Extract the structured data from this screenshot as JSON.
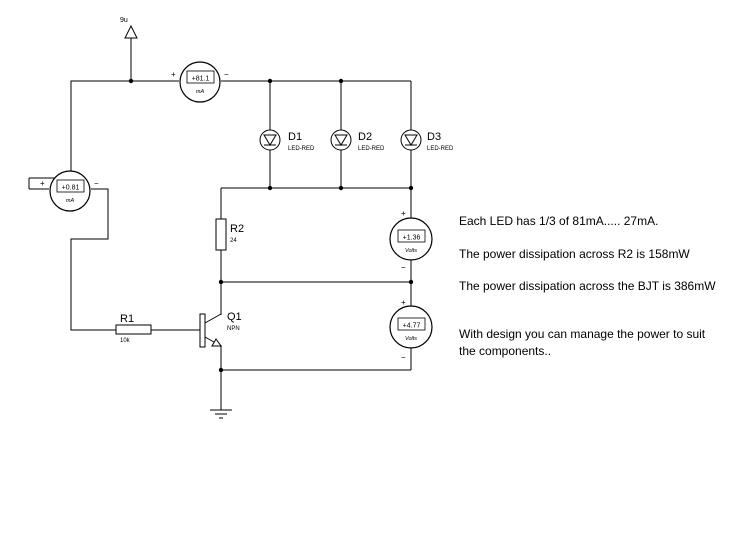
{
  "supply": {
    "label": "9u"
  },
  "meters": {
    "top_ammeter": {
      "reading": "+81.1",
      "unit": "mA",
      "plus": "+",
      "minus": "−"
    },
    "left_ammeter": {
      "reading": "+0.81",
      "unit": "mA",
      "plus": "+",
      "minus": "−"
    },
    "r2_voltmeter": {
      "reading": "+1.36",
      "unit": "Volts",
      "plus": "+",
      "minus": "−"
    },
    "bjt_voltmeter": {
      "reading": "+4.77",
      "unit": "Volts",
      "plus": "+",
      "minus": "−"
    }
  },
  "components": {
    "d1": {
      "name": "D1",
      "type": "LED-RED"
    },
    "d2": {
      "name": "D2",
      "type": "LED-RED"
    },
    "d3": {
      "name": "D3",
      "type": "LED-RED"
    },
    "r2": {
      "name": "R2",
      "value": "24"
    },
    "r1": {
      "name": "R1",
      "value": "10k"
    },
    "q1": {
      "name": "Q1",
      "type": "NPN"
    }
  },
  "notes": {
    "line1": "Each LED has 1/3 of 81mA..... 27mA.",
    "line2": "The power dissipation across R2 is 158mW",
    "line3": "The power dissipation across the BJT is 386mW",
    "line4a": "With design you can manage the power to suit",
    "line4b": "the components.."
  },
  "colors": {
    "wire": "#000000",
    "background": "#ffffff"
  }
}
